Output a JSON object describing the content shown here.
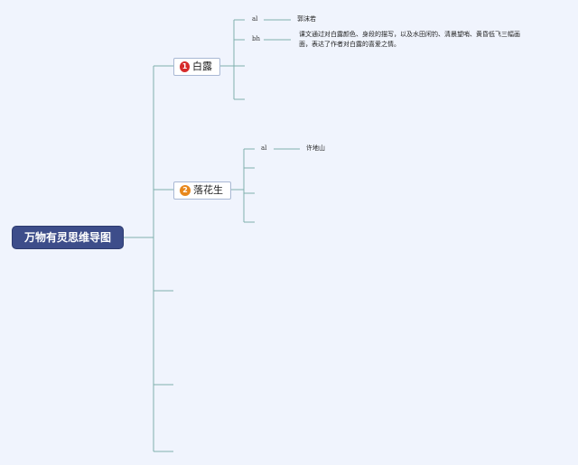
{
  "root": {
    "title": "万物有灵思维导图"
  },
  "branches": [
    {
      "badge": "1",
      "title": "白露",
      "badge_color": "#d62b2b",
      "children": [
        {
          "label": "al",
          "value": "郭沫若"
        },
        {
          "label": "bh",
          "value_lines": [
            "课文通过对白露颜色、身段的描写，以及水田闲钓、清晨望哨、黄昏低飞三幅画",
            "面，表达了作者对白露的喜爱之情。"
          ]
        }
      ]
    },
    {
      "badge": "2",
      "title": "落花生",
      "badge_color": "#e8881c",
      "children": [
        {
          "label": "al",
          "value": "许地山"
        }
      ]
    }
  ],
  "colors": {
    "background": "#f0f4fd",
    "root_fill": "#3d4d8a",
    "connector": "#7fb0ad"
  }
}
